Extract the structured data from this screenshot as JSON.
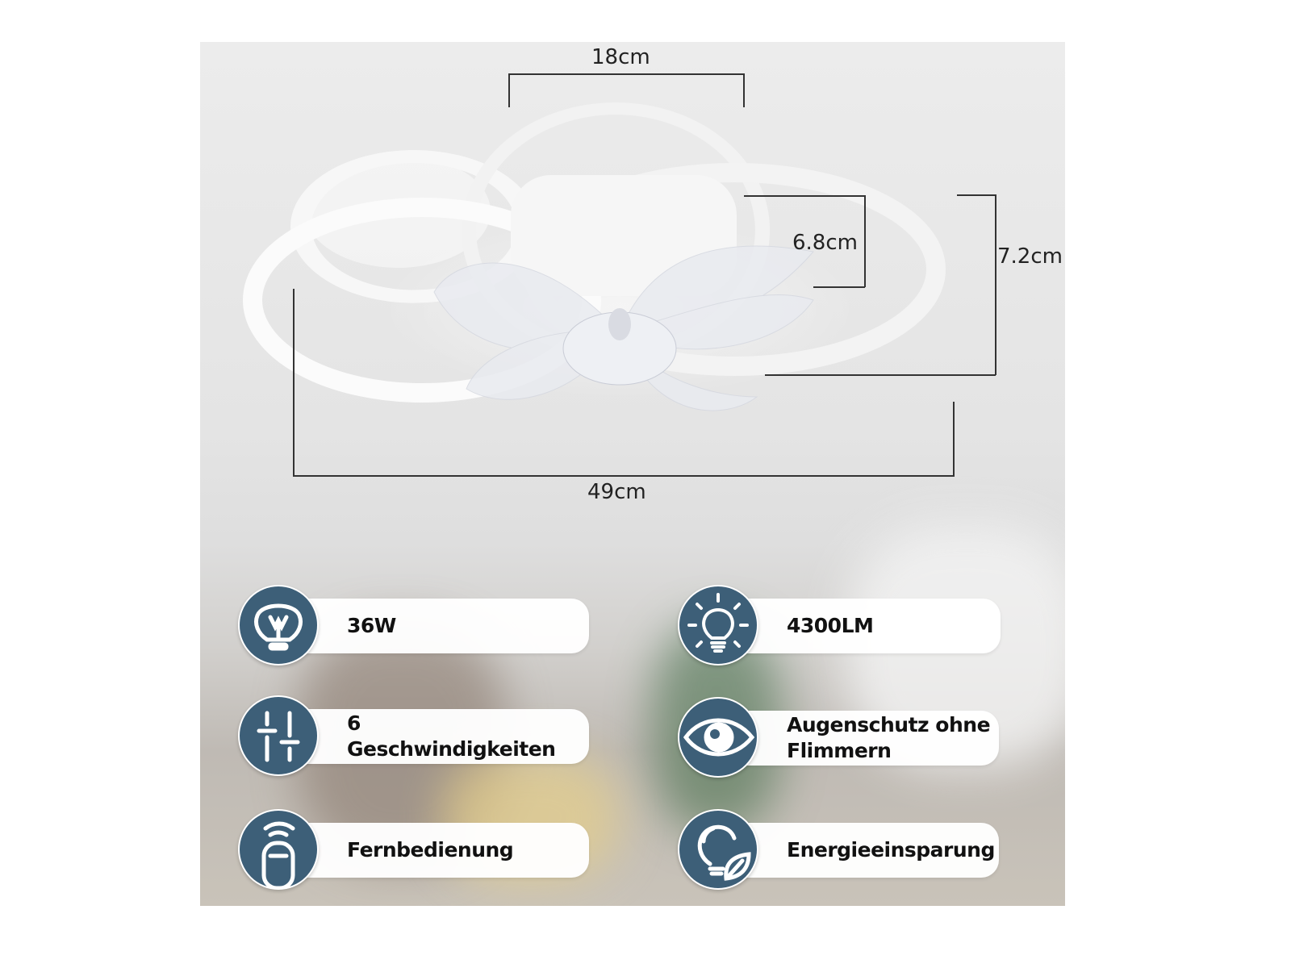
{
  "dimensions": {
    "top_width": "18cm",
    "inner_height": "6.8cm",
    "total_height": "7.2cm",
    "total_width": "49cm"
  },
  "features": [
    {
      "icon": "lightbulb-watt-icon",
      "label": "36W"
    },
    {
      "icon": "bright-bulb-icon",
      "label": "4300LM"
    },
    {
      "icon": "speed-sliders-icon",
      "label": "6 Geschwindigkeiten"
    },
    {
      "icon": "eye-icon",
      "label": "Augenschutz ohne Flimmern"
    },
    {
      "icon": "remote-control-icon",
      "label": "Fernbedienung"
    },
    {
      "icon": "eco-bulb-leaf-icon",
      "label": "Energieeinsparung"
    }
  ],
  "colors": {
    "icon_bg": "#3d5f78"
  }
}
